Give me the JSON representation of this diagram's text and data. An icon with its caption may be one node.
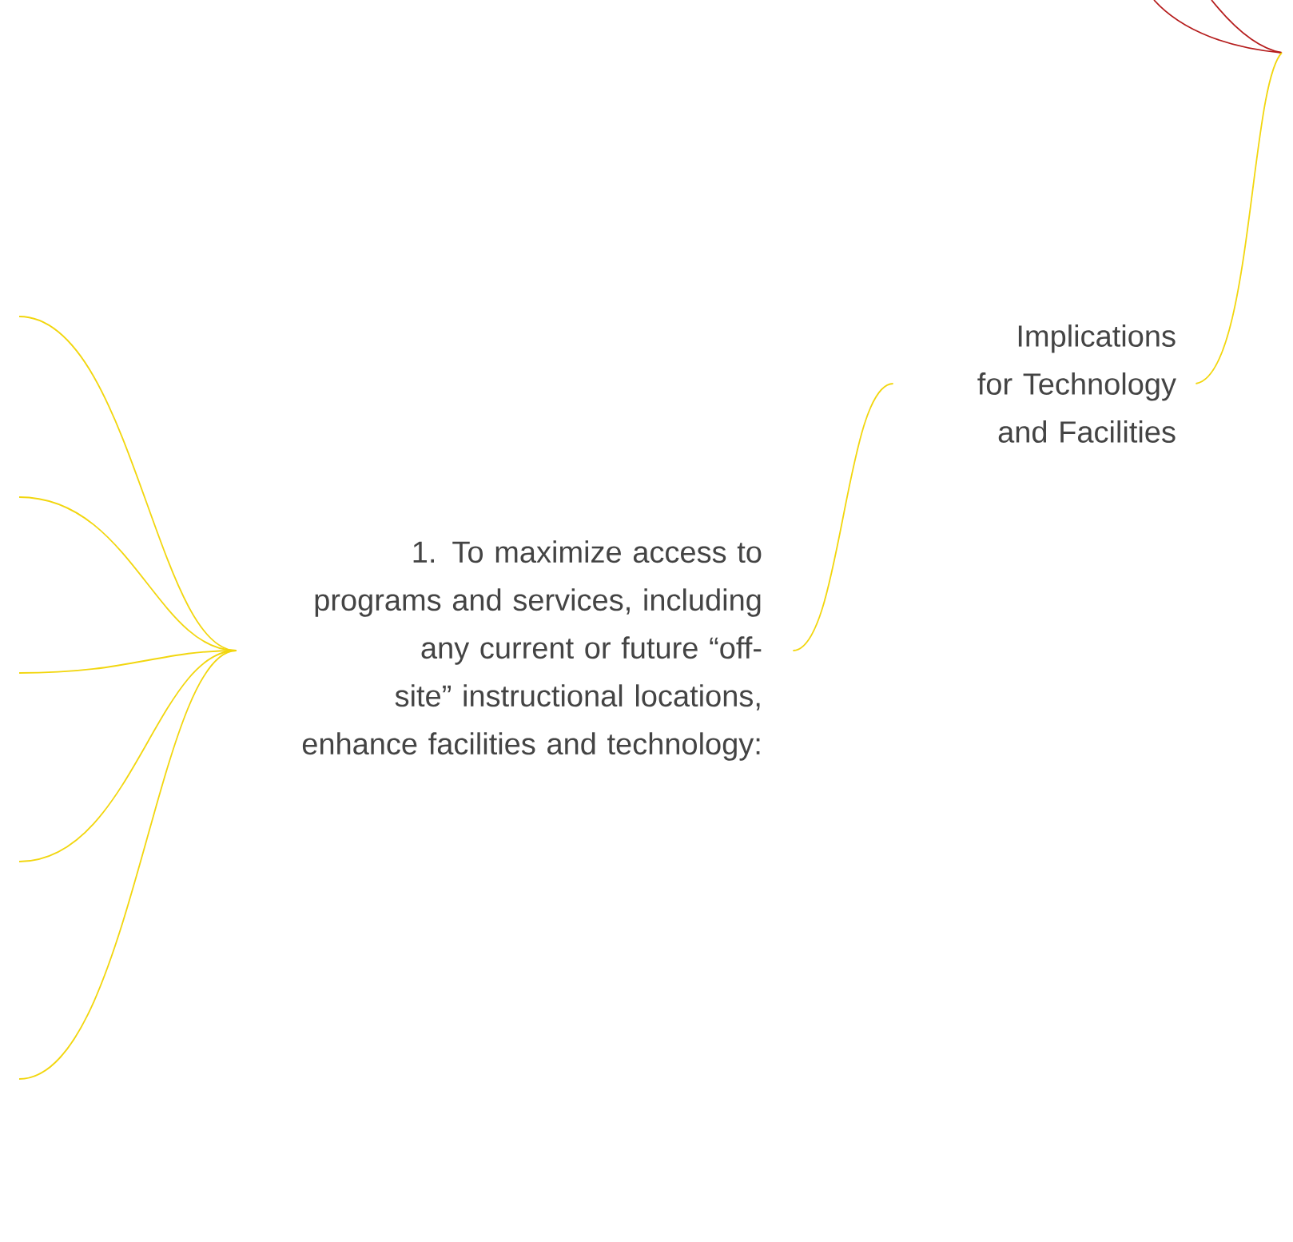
{
  "diagram": {
    "nodes": [
      {
        "text": [
          "Implications for Technology and Facilities"
        ]
      },
      {
        "text": [
          "1. To maximize access to programs and services, including any current or future “off-site” instructional locations, enhance facilities and technology:"
        ]
      }
    ],
    "edges": [
      {
        "from": 0,
        "to": null,
        "arrow": "none"
      },
      {
        "from": 1,
        "to": 0,
        "arrow": "none"
      },
      {
        "from": 1,
        "to": null,
        "arrow": "none"
      },
      {
        "from": 1,
        "to": null,
        "arrow": "none"
      },
      {
        "from": 1,
        "to": null,
        "arrow": "none"
      },
      {
        "from": 1,
        "to": null,
        "arrow": "none"
      },
      {
        "from": 1,
        "to": null,
        "arrow": "none"
      }
    ]
  }
}
